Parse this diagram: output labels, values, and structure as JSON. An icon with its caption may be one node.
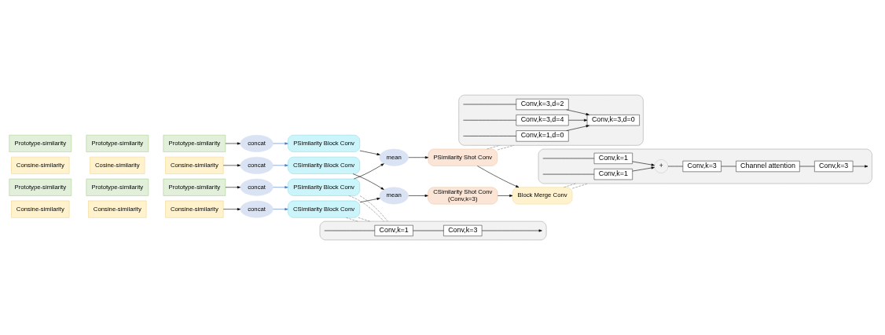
{
  "diagram": {
    "nodes": [
      {
        "text": [
          "Prototype-similarity"
        ]
      },
      {
        "text": [
          "Prototype-similarity"
        ]
      },
      {
        "text": [
          "Prototype-similarity"
        ]
      },
      {
        "text": [
          "concat"
        ]
      },
      {
        "text": [
          "PSimilarity Block Conv"
        ]
      },
      {
        "text": [
          "Prototype-similarity"
        ]
      },
      {
        "text": [
          "Prototype-similarity"
        ]
      },
      {
        "text": [
          "Prototype-similarity"
        ]
      },
      {
        "text": [
          "concat"
        ]
      },
      {
        "text": [
          "PSimilarity Block Conv"
        ]
      },
      {
        "text": [
          "mean"
        ]
      },
      {
        "text": [
          "PSimilarity Shot Conv"
        ]
      },
      {
        "text": [],
        "shape": "box"
      },
      {
        "text": [
          "Conv,k=1,d=0"
        ],
        "in": 12
      },
      {
        "text": [
          "Conv,k=3,d=2"
        ],
        "in": 12
      },
      {
        "text": [
          "Conv,k=3,d=4"
        ],
        "in": 12
      },
      {
        "text": [
          "Conv,k=3,d=0"
        ],
        "in": 12
      },
      {
        "text": [],
        "shape": "box"
      },
      {
        "text": [
          "Conv,k=1"
        ],
        "in": 17
      },
      {
        "text": [
          "Conv,k=3"
        ],
        "in": 17
      },
      {
        "text": [
          "Block Merge Conv"
        ]
      },
      {
        "text": [
          "Consine-similarity"
        ]
      },
      {
        "text": [
          "Consine-similarity"
        ]
      },
      {
        "text": [
          "Consine-similarity"
        ]
      },
      {
        "text": [
          "concat"
        ]
      },
      {
        "text": [
          "CSimilarity Block Conv"
        ]
      },
      {
        "text": [
          "Consine-similarity"
        ]
      },
      {
        "text": [
          "Cosine-similarity"
        ]
      },
      {
        "text": [
          "Consine-similarity"
        ]
      },
      {
        "text": [
          "concat"
        ]
      },
      {
        "text": [
          "CSimilarity Block Conv"
        ]
      },
      {
        "text": [
          "mean"
        ]
      },
      {
        "text": [
          "CSimilarity Shot Conv",
          "(Conv,k=3)"
        ]
      },
      {
        "text": [],
        "shape": "box"
      },
      {
        "text": [
          "Conv,k=1"
        ],
        "in": 33
      },
      {
        "text": [
          "Conv,k=1"
        ],
        "in": 33
      },
      {
        "text": [
          "+"
        ],
        "in": 33
      },
      {
        "text": [
          "Conv,k=3"
        ],
        "in": 33
      },
      {
        "text": [
          "Channel attention"
        ],
        "in": 33
      },
      {
        "text": [
          "Conv,k=3"
        ],
        "in": 33
      }
    ],
    "edges": [
      {
        "from": 2,
        "to": 3,
        "arrow": "to"
      },
      {
        "from": 3,
        "to": 4,
        "arrow": "to",
        "color": "#4472c4"
      },
      {
        "from": 7,
        "to": 8,
        "arrow": "to"
      },
      {
        "from": 8,
        "to": 9,
        "arrow": "to",
        "color": "#4472c4"
      },
      {
        "from": 4,
        "to": 10,
        "arrow": "to"
      },
      {
        "from": 9,
        "to": 10,
        "arrow": "to"
      },
      {
        "from": 10,
        "to": 11,
        "arrow": "to"
      },
      {
        "from": 11,
        "to": 20,
        "arrow": "to"
      },
      {
        "from": 11,
        "to": 12,
        "arrow": "none",
        "style": "dashed",
        "color": "#7f7f7f"
      },
      {
        "from": 11,
        "to": 12,
        "arrow": "none",
        "style": "dashed",
        "color": "#7f7f7f"
      },
      {
        "from": 12,
        "to": 13,
        "arrow": "none"
      },
      {
        "from": 12,
        "to": 14,
        "arrow": "none"
      },
      {
        "from": 12,
        "to": 15,
        "arrow": "none"
      },
      {
        "from": 13,
        "to": 16,
        "arrow": "to"
      },
      {
        "from": 14,
        "to": 16,
        "arrow": "to"
      },
      {
        "from": 15,
        "to": 16,
        "arrow": "to"
      },
      {
        "from": 9,
        "to": 17,
        "arrow": "none",
        "style": "dashed",
        "color": "#7f7f7f"
      },
      {
        "from": 9,
        "to": 17,
        "arrow": "none",
        "style": "dashed",
        "color": "#7f7f7f"
      },
      {
        "from": 17,
        "to": 18,
        "arrow": "none"
      },
      {
        "from": 18,
        "to": 19,
        "arrow": "none"
      },
      {
        "from": 19,
        "to": 17,
        "arrow": "to"
      },
      {
        "from": 25,
        "to": 17,
        "arrow": "none",
        "style": "dashed",
        "color": "#7f7f7f"
      },
      {
        "from": 25,
        "to": 17,
        "arrow": "none",
        "style": "dashed",
        "color": "#7f7f7f"
      },
      {
        "from": 20,
        "to": 33,
        "arrow": "none",
        "style": "dashed",
        "color": "#7f7f7f"
      },
      {
        "from": 20,
        "to": 33,
        "arrow": "none",
        "style": "dashed",
        "color": "#7f7f7f"
      },
      {
        "from": 23,
        "to": 24,
        "arrow": "to"
      },
      {
        "from": 24,
        "to": 25,
        "arrow": "to",
        "color": "#4472c4"
      },
      {
        "from": 28,
        "to": 29,
        "arrow": "to"
      },
      {
        "from": 29,
        "to": 30,
        "arrow": "to",
        "color": "#4472c4"
      },
      {
        "from": 25,
        "to": 31,
        "arrow": "to"
      },
      {
        "from": 30,
        "to": 31,
        "arrow": "to"
      },
      {
        "from": 31,
        "to": 32,
        "arrow": "to"
      },
      {
        "from": 32,
        "to": 20,
        "arrow": "to"
      },
      {
        "from": 33,
        "to": 34,
        "arrow": "none"
      },
      {
        "from": 33,
        "to": 35,
        "arrow": "none"
      },
      {
        "from": 34,
        "to": 36,
        "arrow": "to"
      },
      {
        "from": 35,
        "to": 36,
        "arrow": "to"
      },
      {
        "from": 36,
        "to": 37,
        "arrow": "none"
      },
      {
        "from": 37,
        "to": 38,
        "arrow": "none"
      },
      {
        "from": 38,
        "to": 39,
        "arrow": "none"
      },
      {
        "from": 39,
        "to": 33,
        "arrow": "to"
      }
    ]
  }
}
